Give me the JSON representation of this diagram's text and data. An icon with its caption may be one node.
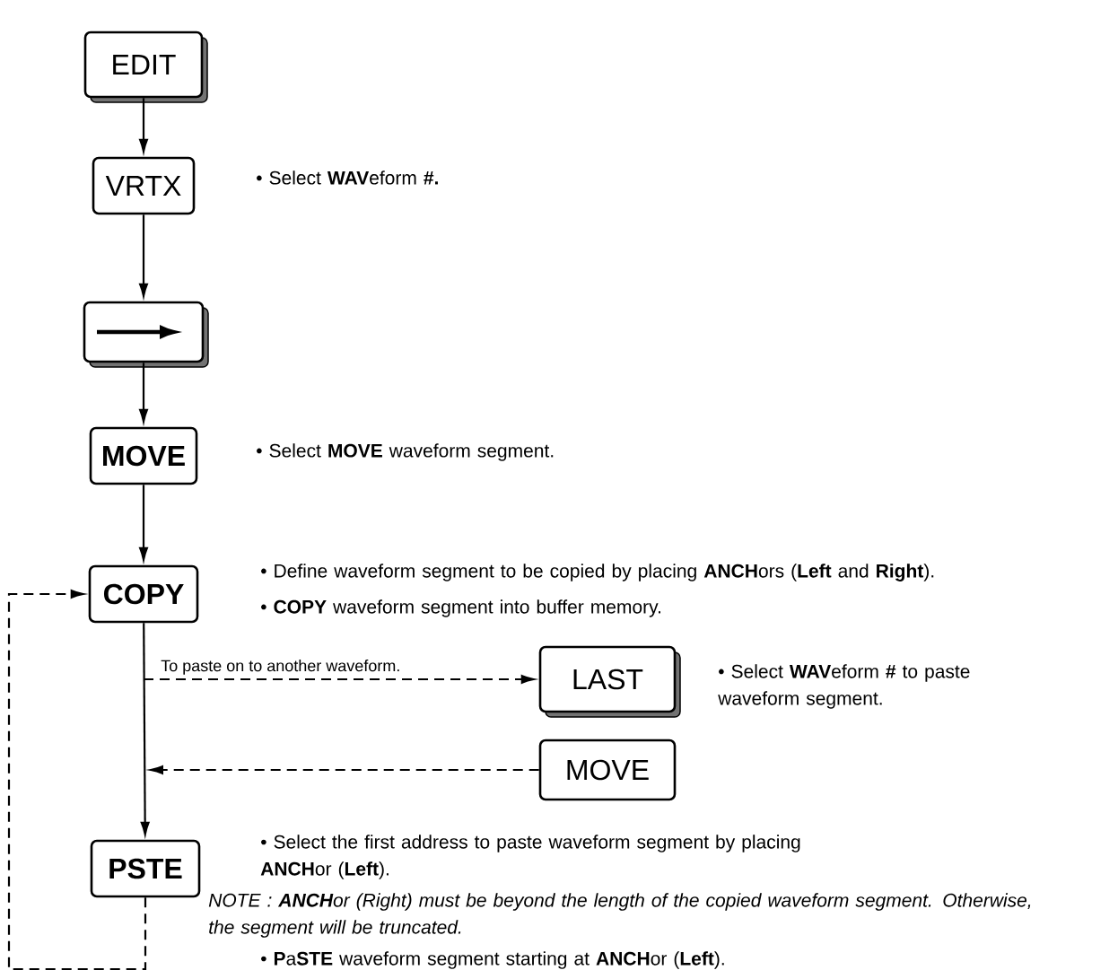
{
  "diagram": {
    "nodes": [
      {
        "text": [
          "EDIT"
        ]
      },
      {
        "text": [
          "VRTX"
        ],
        "beside": [
          "• Select **WAV**eform **#.**"
        ]
      },
      {
        "text": [],
        "shape": "box"
      },
      {
        "text": [
          "MOVE"
        ],
        "beside": [
          "• Select **MOVE** waveform segment."
        ]
      },
      {
        "text": [
          "COPY"
        ],
        "beside": [
          "• Define waveform segment to be copied by placing **ANCH**ors (**Left** and **Right**).",
          "• **COPY** waveform segment into buffer memory."
        ]
      },
      {
        "text": [
          "LAST"
        ],
        "beside": [
          "• Select **WAV**eform **#** to paste waveform segment."
        ]
      },
      {
        "text": [
          "MOVE"
        ]
      },
      {
        "text": [
          "PSTE"
        ],
        "beside": [
          "• Select the first address to paste waveform segment by placing **ANCH**or (**Left**).",
          "NOTE : **ANCH**or (Right) must be beyond the length of the copied waveform segment. Otherwise, the segment will be truncated.",
          "• **P**a**STE** waveform segment starting at **ANCH**or (**Left**)."
        ]
      }
    ],
    "edges": [
      {
        "from": 0,
        "to": 1,
        "arrow": "to"
      },
      {
        "from": 1,
        "to": 2,
        "arrow": "to"
      },
      {
        "from": 2,
        "to": 3,
        "arrow": "to"
      },
      {
        "from": 3,
        "to": 4,
        "arrow": "to"
      },
      {
        "from": 4,
        "to": 7,
        "arrow": "to"
      },
      {
        "from": 4,
        "to": 5,
        "arrow": "to",
        "style": "dashed",
        "label": "To paste on to another waveform."
      },
      {
        "from": 6,
        "to": 7,
        "arrow": "to",
        "style": "dashed"
      },
      {
        "from": 7,
        "to": 4,
        "arrow": "to",
        "style": "dashed"
      }
    ]
  }
}
